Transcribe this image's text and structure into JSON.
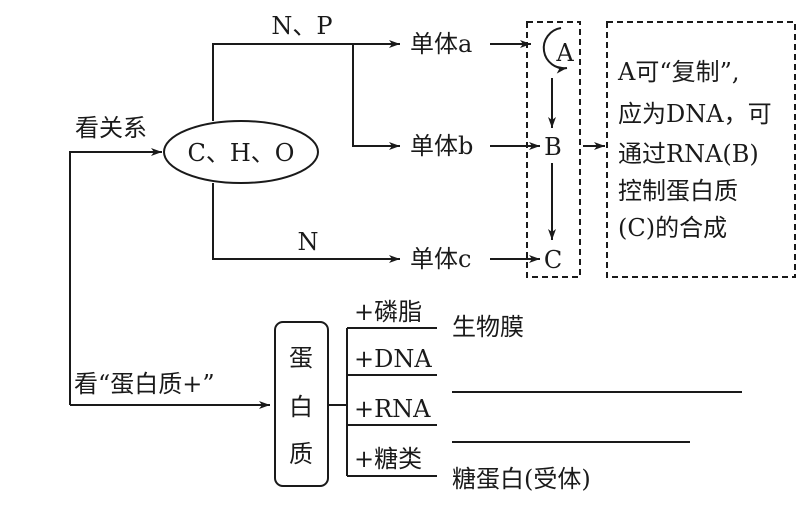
{
  "diagram": {
    "source_node": "C、H、O",
    "left_labels": {
      "relation": "看关系",
      "protein_plus": "看“蛋白质+”"
    },
    "branch_labels": {
      "top": "N、P",
      "bottom": "N"
    },
    "monomers": [
      "单体a",
      "单体b",
      "单体c"
    ],
    "polymers": [
      "A",
      "B",
      "C"
    ],
    "explanation_lines": [
      "A可“复制”,",
      "应为DNA，可",
      "通过RNA(B)",
      "控制蛋白质",
      "(C)的合成"
    ],
    "protein_box": [
      "蛋",
      "白",
      "质"
    ],
    "protein_combinations": [
      {
        "label": "+磷脂",
        "result": "生物膜"
      },
      {
        "label": "+DNA",
        "result": ""
      },
      {
        "label": "+RNA",
        "result": ""
      },
      {
        "label": "+糖类",
        "result": "糖蛋白(受体)"
      }
    ]
  }
}
